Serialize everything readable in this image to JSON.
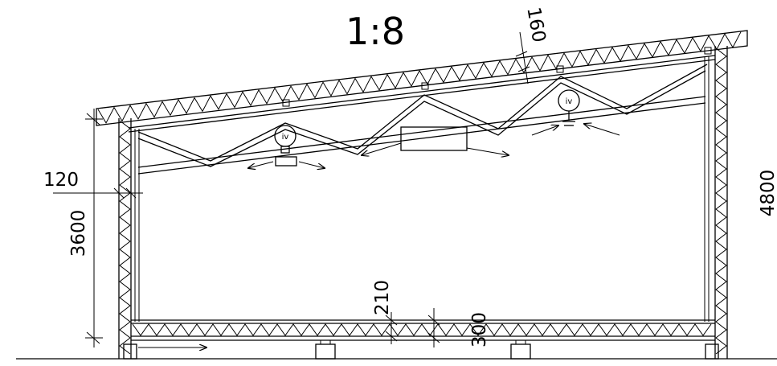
{
  "scale_label": "1:8",
  "dimensions": {
    "roof_thickness": "160",
    "wall_thickness": "120",
    "wall_height": "3600",
    "total_height": "4800",
    "floor_thickness": "210",
    "floor_offset": "300"
  },
  "fixture_labels": {
    "fixture_left": "iv",
    "fixture_right": "iv"
  },
  "colors": {
    "line": "#000000",
    "background": "#ffffff"
  }
}
